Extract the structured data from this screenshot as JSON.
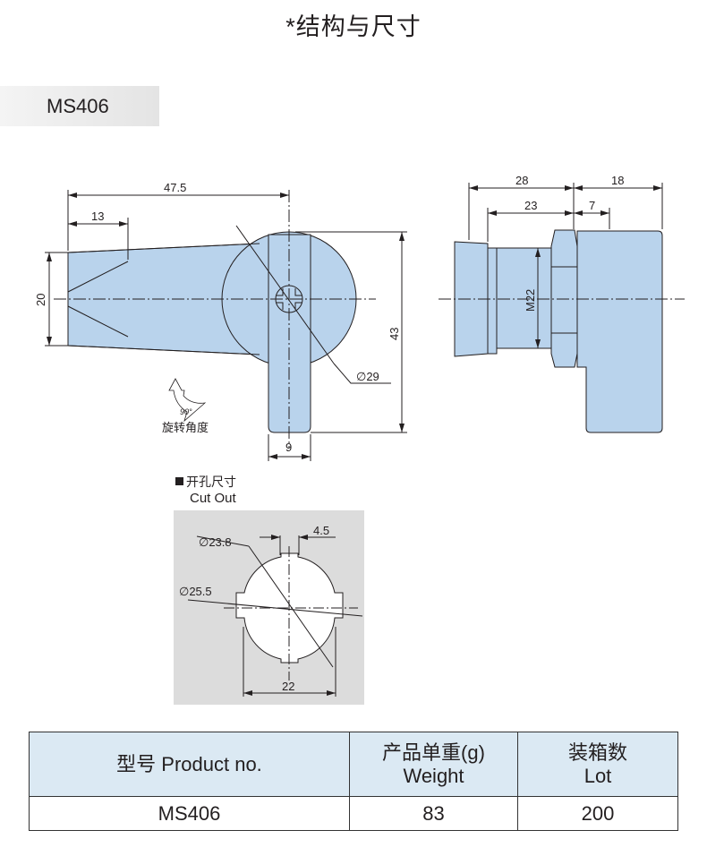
{
  "title": "*结构与尺寸",
  "model_tab": "MS406",
  "drawing": {
    "front": {
      "d_47_5": "47.5",
      "d_13": "13",
      "d_20": "20",
      "d_43": "43",
      "d_29": "∅29",
      "d_9": "9",
      "rot_angle": "90°",
      "rot_label": "旋转角度"
    },
    "side": {
      "d_28": "28",
      "d_18": "18",
      "d_23": "23",
      "d_7": "7",
      "thread": "M22"
    },
    "cutout": {
      "label_cn": "开孔尺寸",
      "label_en": "Cut Out",
      "d_23_8": "∅23.8",
      "d_4_5": "4.5",
      "d_25_5": "∅25.5",
      "d_22": "22"
    }
  },
  "colors": {
    "part": "#b9d3ec",
    "header": "#dbe9f3"
  },
  "table": {
    "headers": [
      {
        "l1": "型号 Product no.",
        "l2": ""
      },
      {
        "l1": "产品单重(g)",
        "l2": "Weight"
      },
      {
        "l1": "装箱数",
        "l2": "Lot"
      }
    ],
    "rows": [
      [
        "MS406",
        "83",
        "200"
      ]
    ]
  }
}
